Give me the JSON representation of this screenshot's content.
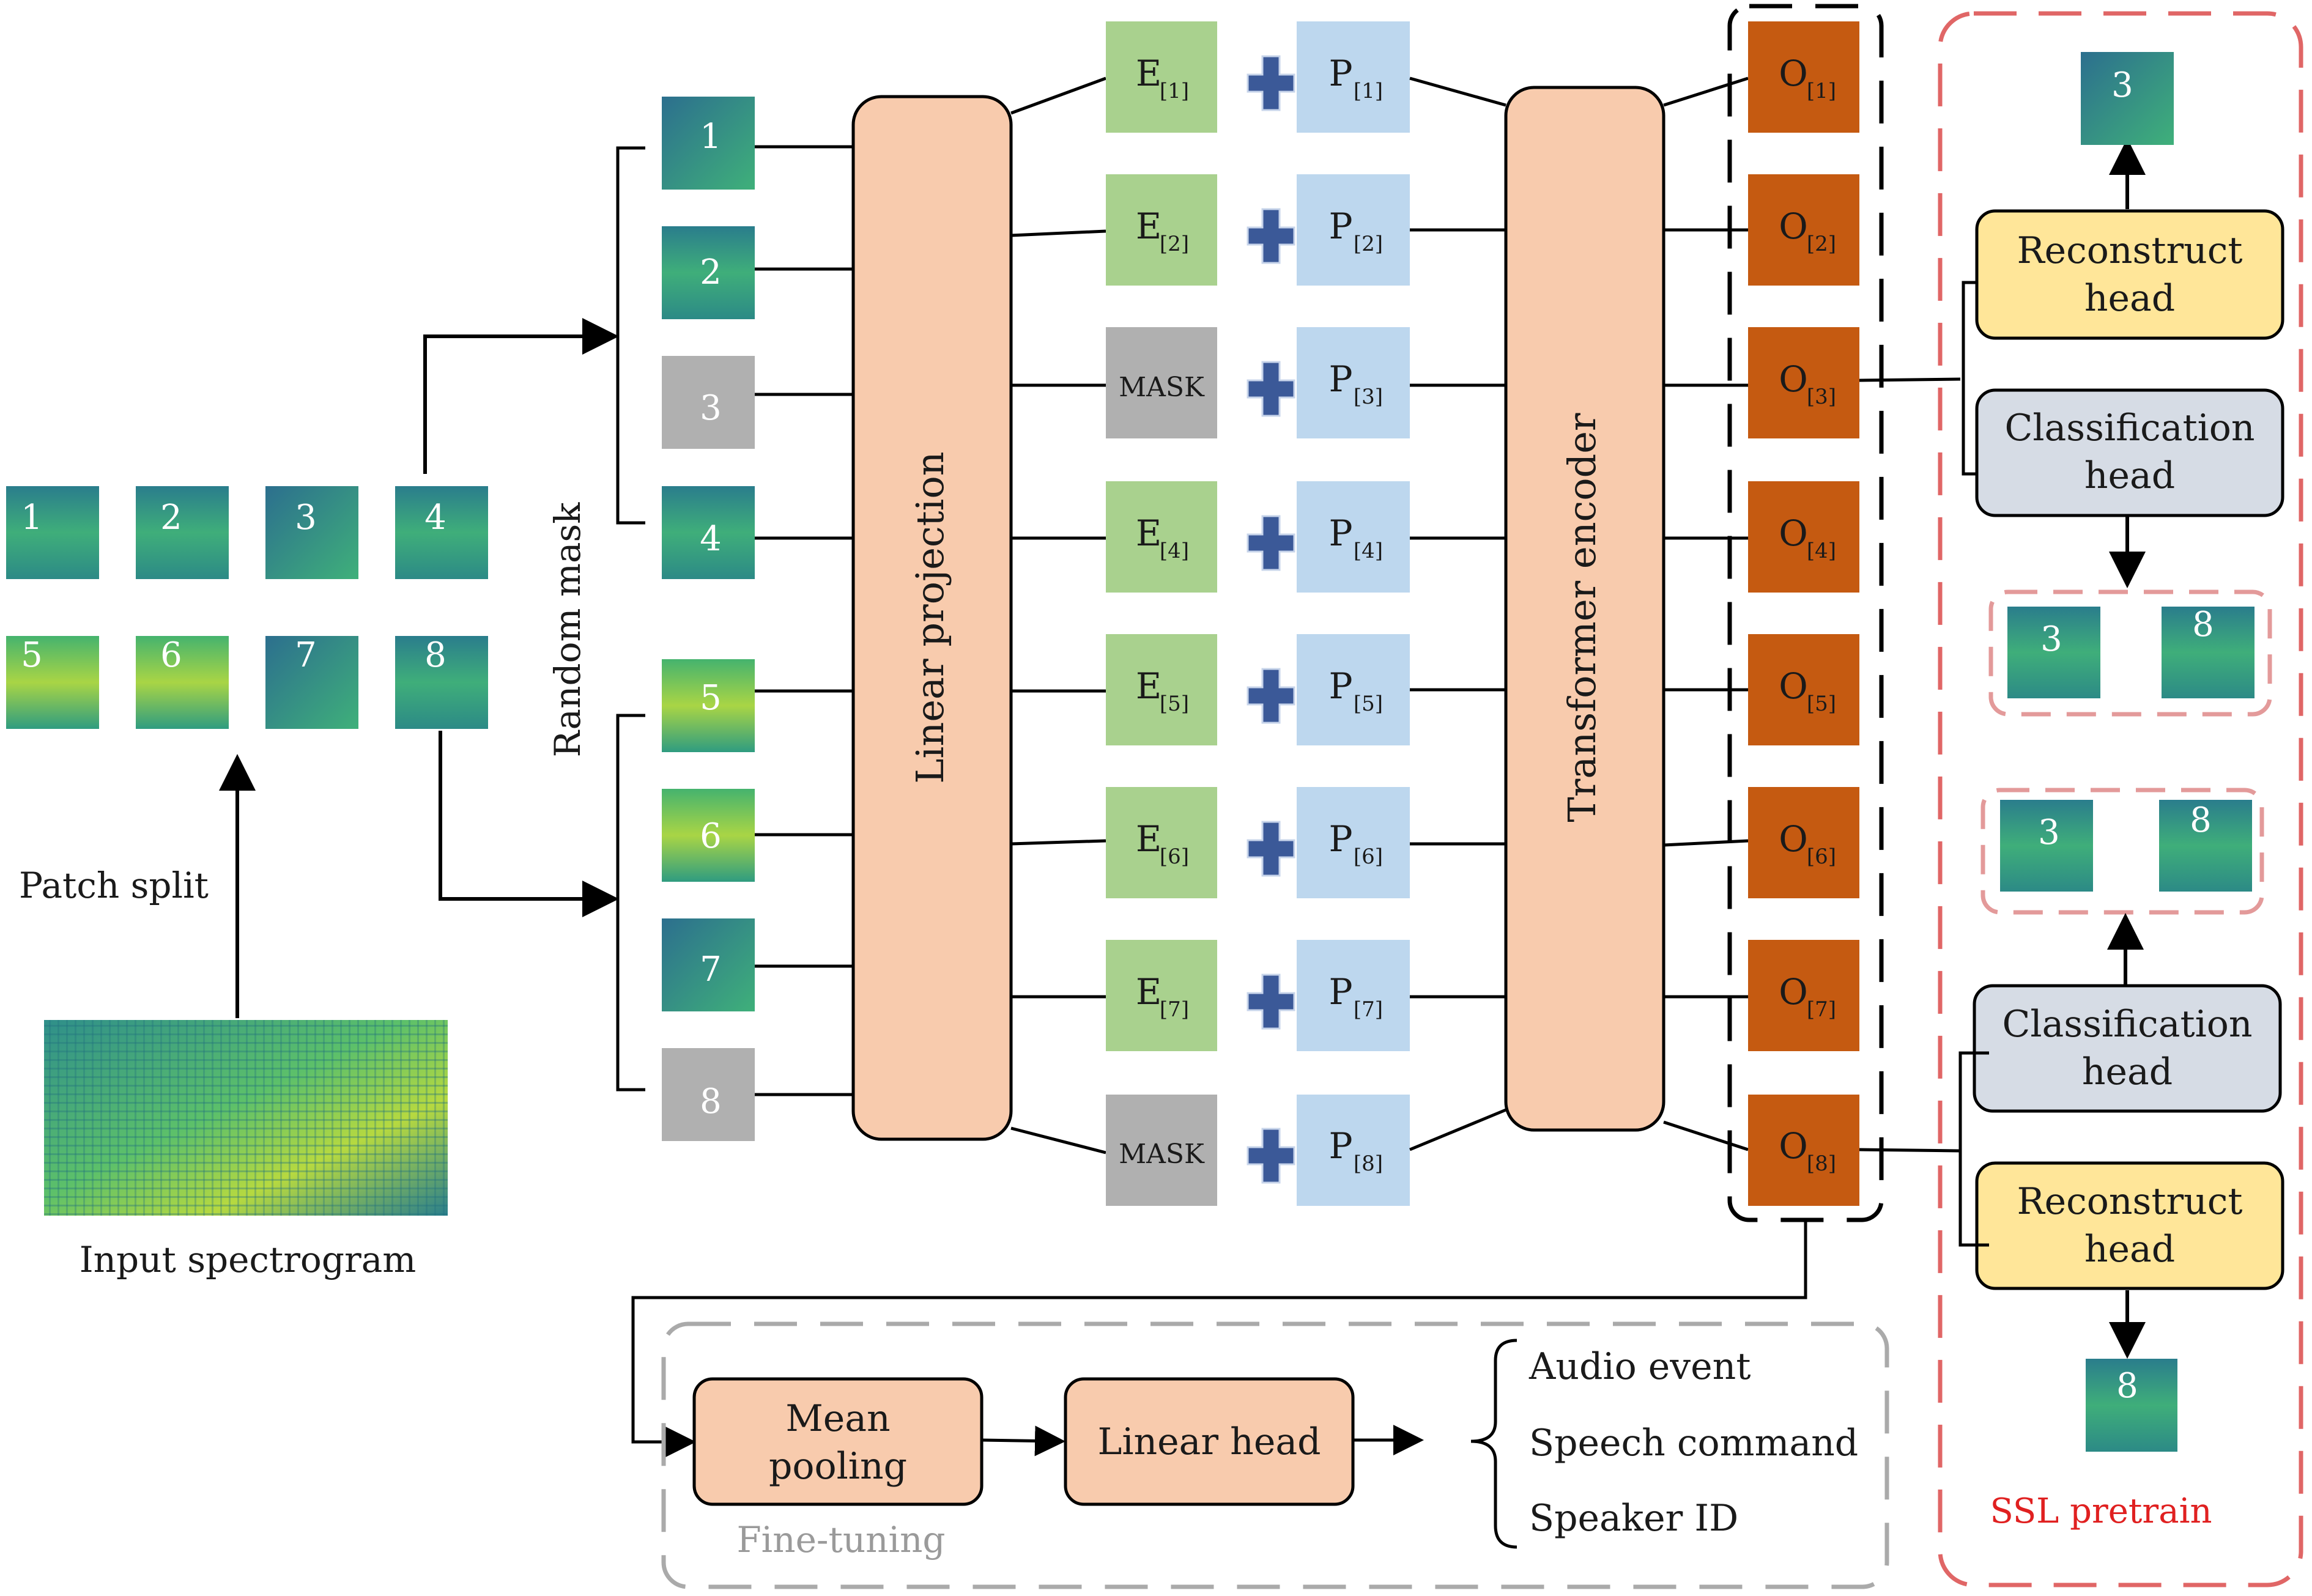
{
  "input": {
    "label": "Input spectrogram"
  },
  "split": {
    "label": "Patch split",
    "patch_numbers": [
      "1",
      "2",
      "3",
      "4",
      "5",
      "6",
      "7",
      "8"
    ]
  },
  "mask": {
    "label": "Random mask",
    "masked_patches": [
      "3",
      "8"
    ]
  },
  "linear_projection": {
    "label": "Linear projection"
  },
  "transformer": {
    "label": "Transformer encoder"
  },
  "embeddings": [
    {
      "letter": "E",
      "sub": "[1]"
    },
    {
      "letter": "E",
      "sub": "[2]"
    },
    {
      "letter": "",
      "sub": "",
      "mask": "MASK"
    },
    {
      "letter": "E",
      "sub": "[4]"
    },
    {
      "letter": "E",
      "sub": "[5]"
    },
    {
      "letter": "E",
      "sub": "[6]"
    },
    {
      "letter": "E",
      "sub": "[7]"
    },
    {
      "letter": "",
      "sub": "",
      "mask": "MASK"
    }
  ],
  "positions": [
    {
      "letter": "P",
      "sub": "[1]"
    },
    {
      "letter": "P",
      "sub": "[2]"
    },
    {
      "letter": "P",
      "sub": "[3]"
    },
    {
      "letter": "P",
      "sub": "[4]"
    },
    {
      "letter": "P",
      "sub": "[5]"
    },
    {
      "letter": "P",
      "sub": "[6]"
    },
    {
      "letter": "P",
      "sub": "[7]"
    },
    {
      "letter": "P",
      "sub": "[8]"
    }
  ],
  "outputs": [
    {
      "letter": "O",
      "sub": "[1]"
    },
    {
      "letter": "O",
      "sub": "[2]"
    },
    {
      "letter": "O",
      "sub": "[3]"
    },
    {
      "letter": "O",
      "sub": "[4]"
    },
    {
      "letter": "O",
      "sub": "[5]"
    },
    {
      "letter": "O",
      "sub": "[6]"
    },
    {
      "letter": "O",
      "sub": "[7]"
    },
    {
      "letter": "O",
      "sub": "[8]"
    }
  ],
  "ssl": {
    "label": "SSL pretrain",
    "reconstruct_head": [
      "Reconstruct",
      "head"
    ],
    "classification_head": [
      "Classification",
      "head"
    ],
    "patch_3": "3",
    "patch_8": "8"
  },
  "finetune": {
    "label": "Fine-tuning",
    "mean_pooling": [
      "Mean",
      "pooling"
    ],
    "linear_head": "Linear head",
    "tasks": [
      "Audio event",
      "Speech command",
      "Speaker ID"
    ]
  },
  "colors": {
    "embed_green": "#a9d18e",
    "pos_blue": "#bdd7ee",
    "mask_gray": "#b0b0b0",
    "output_orange": "#c55a11",
    "proj_peach": "#f8cbad",
    "reconstruct_yellow": "#ffe699",
    "classification_gray": "#d6dce5",
    "ssl_red": "#e06666",
    "plus_blue": "#3b5998"
  }
}
